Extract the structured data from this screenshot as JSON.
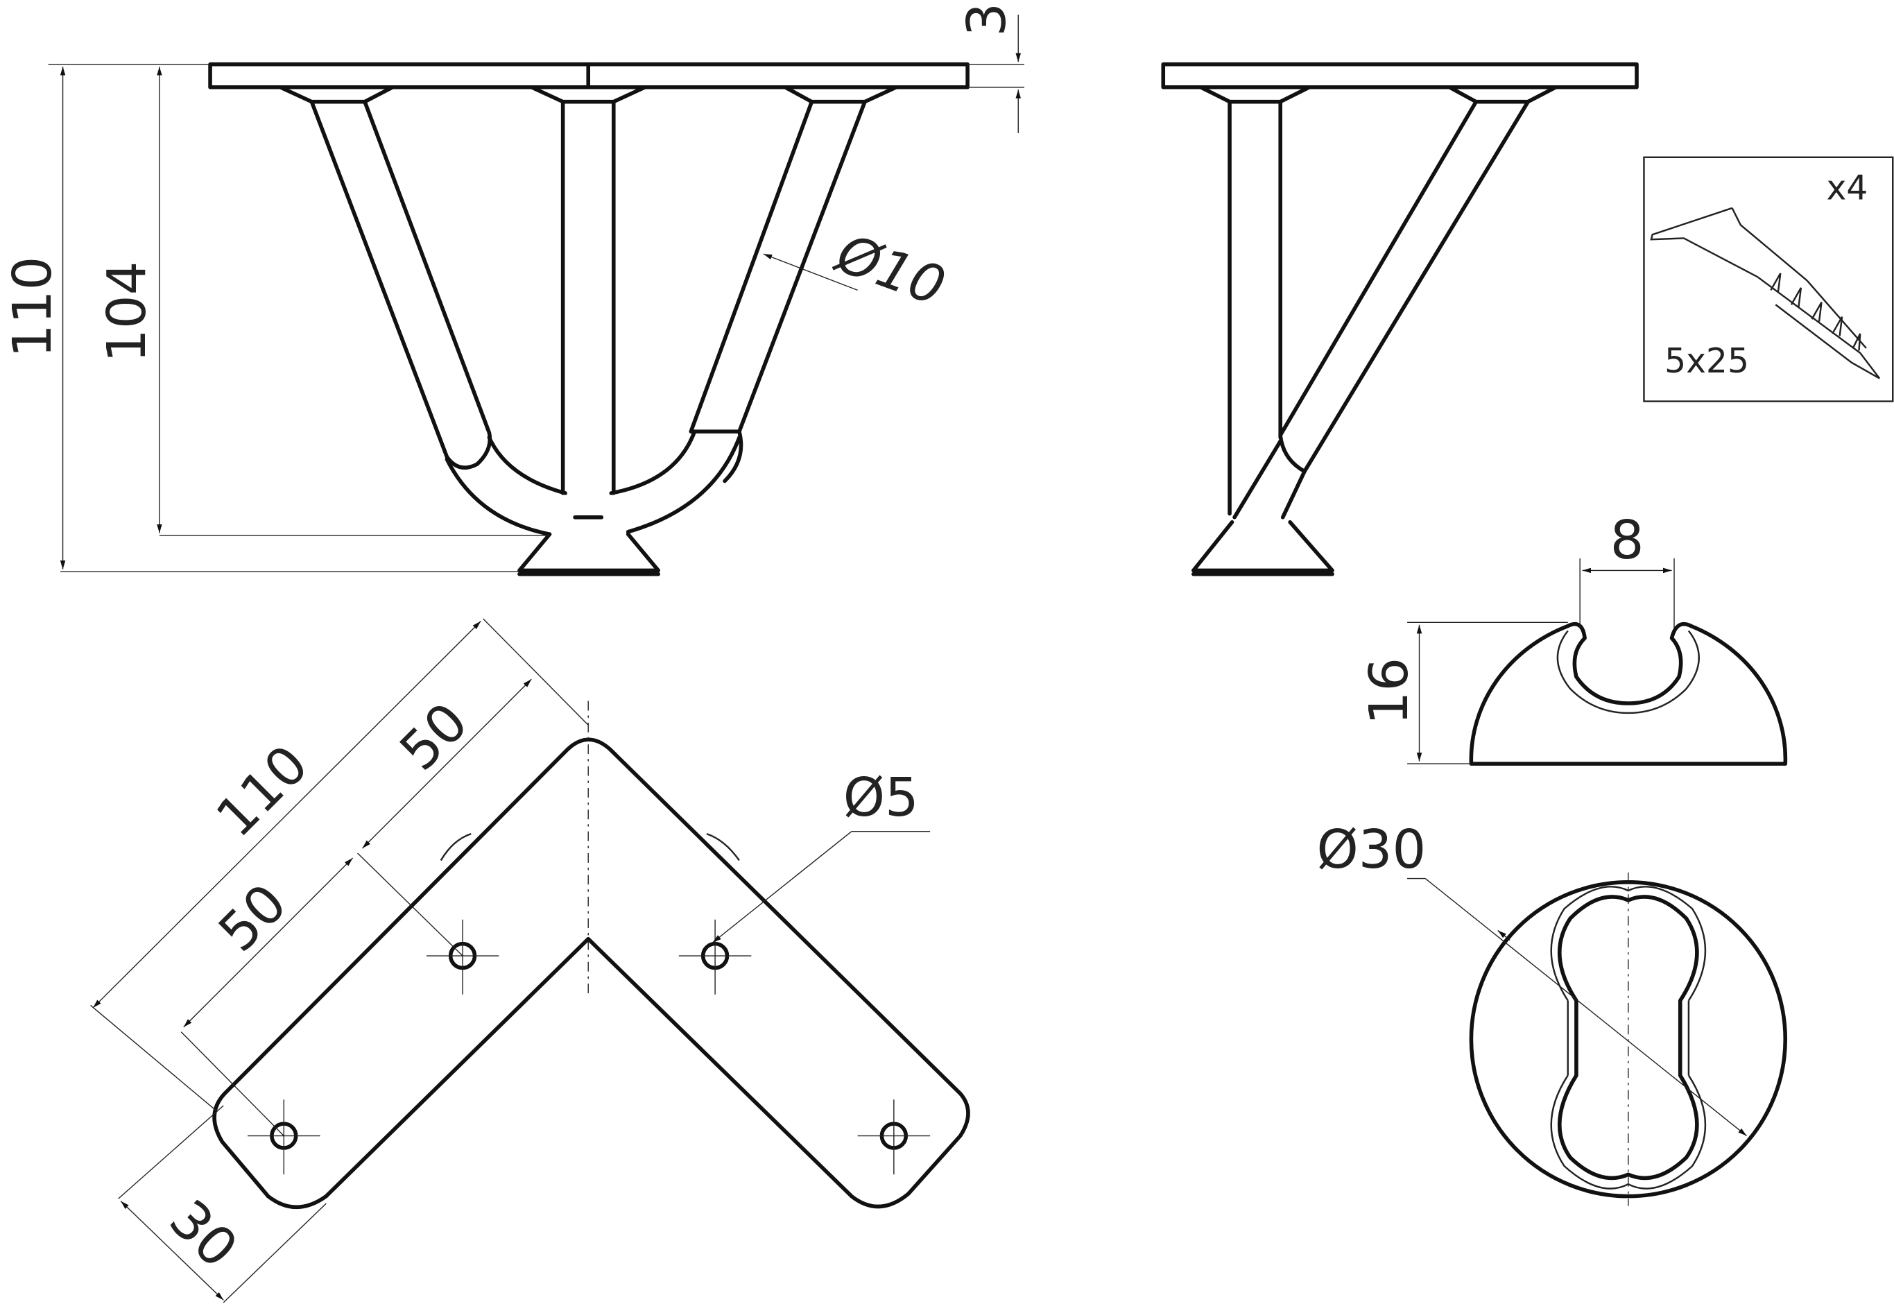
{
  "drawing": {
    "front_view": {
      "plate_thickness": "3",
      "overall_height": "110",
      "leg_height": "104",
      "leg_diameter": "Ø10"
    },
    "hardware": {
      "quantity": "x4",
      "screw_size": "5x25",
      "icon": "screw-icon"
    },
    "foot_profile": {
      "width": "8",
      "height": "16"
    },
    "foot_bottom": {
      "diameter": "Ø30"
    },
    "top_view": {
      "arm_length": "110",
      "hole_spacing_outer": "50",
      "hole_spacing_inner": "50",
      "hole_diameter": "Ø5",
      "arm_width": "30"
    }
  }
}
